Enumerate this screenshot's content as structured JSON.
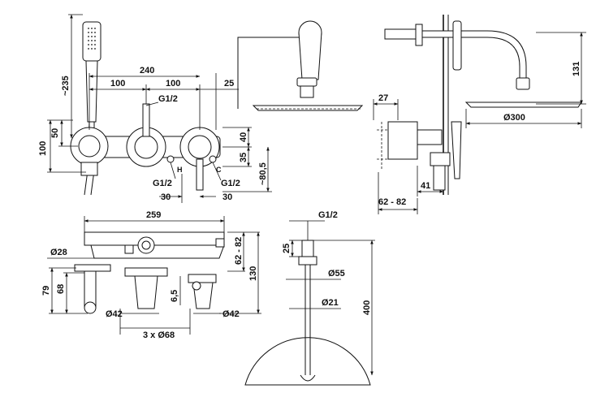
{
  "front_view": {
    "width_total": "240",
    "spacing_left": "100",
    "spacing_right": "100",
    "offset_right": "25",
    "thread_top": "G1/2",
    "height_total": "~235",
    "height_100": "100",
    "height_50": "50",
    "dim_40": "40",
    "dim_35": "35",
    "dim_80_5": "~80,5",
    "thread_left": "G1/2",
    "thread_right": "G1/2",
    "bottom_30_left": "30",
    "bottom_30_right": "30",
    "label_hot": "H",
    "label_cold": "C"
  },
  "side_view": {
    "dim_131": "131",
    "dim_27": "27",
    "dim_300": "Ø300",
    "dim_41": "41",
    "dim_62_82": "62 - 82"
  },
  "top_view": {
    "width_259": "259",
    "dim_62_82": "62 - 82",
    "dim_130": "130",
    "dim_28": "Ø28",
    "dim_79": "79",
    "dim_68": "68",
    "dim_6_5": "6,5",
    "dim_42_left": "Ø42",
    "dim_42_right": "Ø42",
    "dim_3x68": "3 x Ø68"
  },
  "shower_view": {
    "thread": "G1/2",
    "dim_25": "25",
    "dim_55": "Ø55",
    "dim_21": "Ø21",
    "dim_400": "400"
  }
}
